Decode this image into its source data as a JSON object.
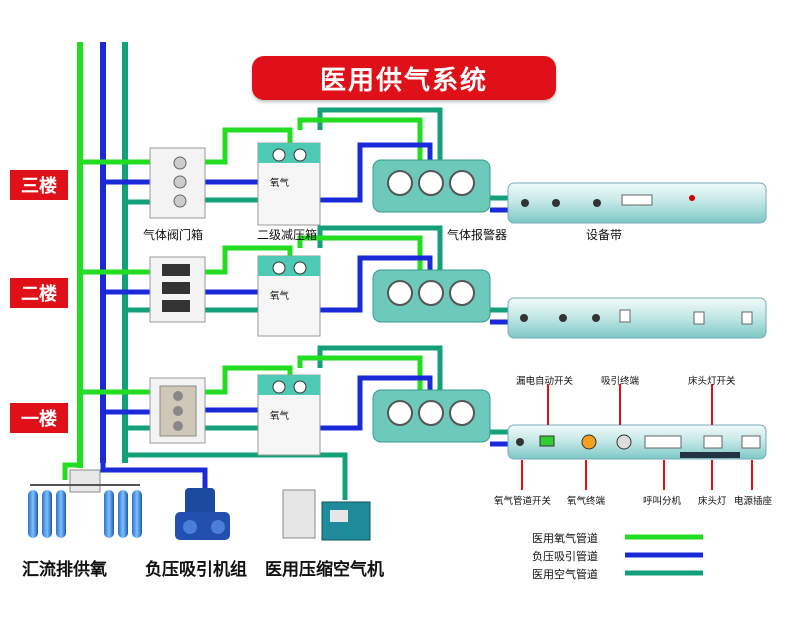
{
  "title": "医用供气系统",
  "floors": [
    "三楼",
    "二楼",
    "一楼"
  ],
  "labels": {
    "valve_box": "气体阀门箱",
    "regulator_box": "二级减压箱",
    "alarm": "气体报警器",
    "equipment_band": "设备带",
    "regulator_face": "氧气"
  },
  "band_callouts_top": [
    "漏电自动开关",
    "吸引终端",
    "床头灯开关"
  ],
  "band_callouts_bottom": [
    "氧气管道开关",
    "氧气终端",
    "呼叫分机",
    "床头灯",
    "电源插座"
  ],
  "sources": [
    "汇流排供氧",
    "负压吸引机组",
    "医用压缩空气机"
  ],
  "legend": [
    {
      "label": "医用氧气管道",
      "color": "#22dd22"
    },
    {
      "label": "负压吸引管道",
      "color": "#1a2ad8"
    },
    {
      "label": "医用空气管道",
      "color": "#13a07a"
    }
  ],
  "colors": {
    "accent": "#e01018",
    "oxygen": "#22dd22",
    "vacuum": "#1a2ad8",
    "air": "#13a07a"
  }
}
